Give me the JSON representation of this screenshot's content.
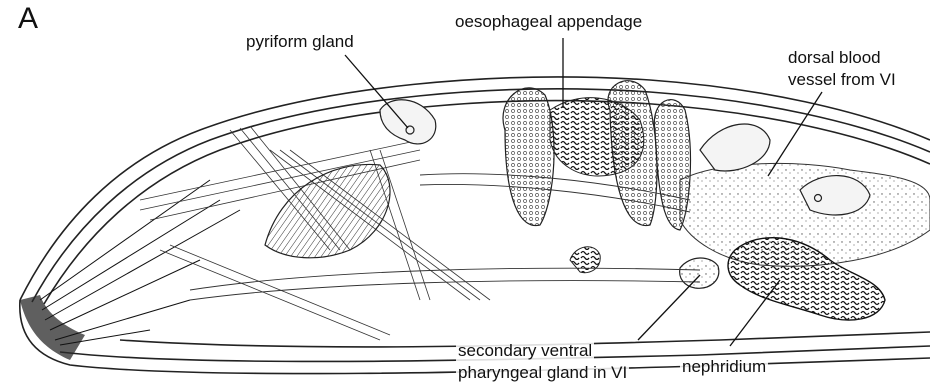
{
  "figure": {
    "panel_letter": "A",
    "labels": {
      "pyriform_gland": "pyriform gland",
      "oesophageal_appendage": "oesophageal appendage",
      "dorsal_blood_vessel_line1": "dorsal blood",
      "dorsal_blood_vessel_line2": "vessel from VI",
      "secondary_ventral_line1": "secondary ventral",
      "secondary_ventral_line2": "pharyngeal gland in VI",
      "nephridium": "nephridium"
    }
  }
}
